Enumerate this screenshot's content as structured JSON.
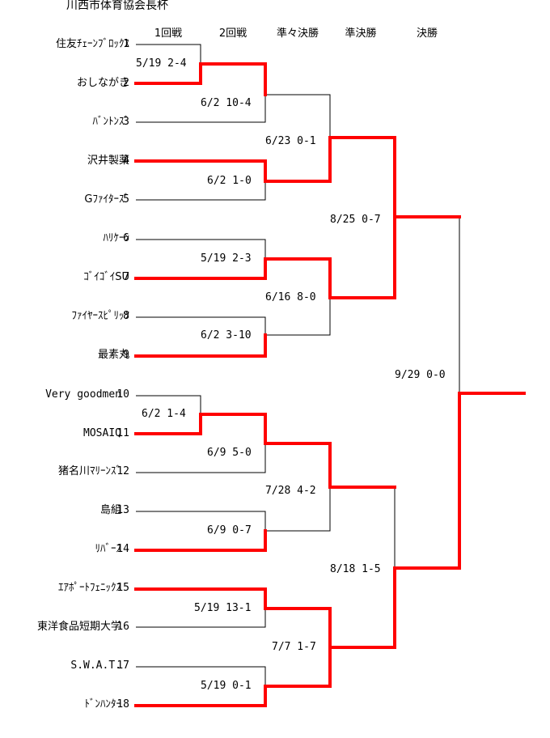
{
  "title": "川西市体育協会長杯",
  "rounds": [
    "1回戦",
    "2回戦",
    "準々決勝",
    "準決勝",
    "決勝"
  ],
  "teams": [
    {
      "name": "住友ﾁｪｰﾝﾌﾞﾛｯｸｽ",
      "seed": "1"
    },
    {
      "name": "おしながき",
      "seed": "2"
    },
    {
      "name": "ﾊﾞﾝﾄﾝｽﾞ",
      "seed": "3"
    },
    {
      "name": "沢井製薬",
      "seed": "4"
    },
    {
      "name": "Gﾌｧｲﾀｰｽﾞ",
      "seed": "5"
    },
    {
      "name": "ﾊﾘｹｰﾝ",
      "seed": "6"
    },
    {
      "name": "ｺﾞｲｺﾞｲSU",
      "seed": "7"
    },
    {
      "name": "ﾌｧｲﾔｰｽﾋﾟﾘｯﾂ",
      "seed": "8"
    },
    {
      "name": "最素丸",
      "seed": "9"
    },
    {
      "name": "Very goodmen",
      "seed": "10"
    },
    {
      "name": "MOSAIQ",
      "seed": "11"
    },
    {
      "name": "猪名川ﾏﾘｰﾝｽﾞ",
      "seed": "12"
    },
    {
      "name": "島組",
      "seed": "13"
    },
    {
      "name": "ﾘﾊﾞｰｽ",
      "seed": "14"
    },
    {
      "name": "ｴｱﾎﾟｰﾄﾌｪﾆｯｸｽ",
      "seed": "15"
    },
    {
      "name": "東洋食品短期大学",
      "seed": "16"
    },
    {
      "name": "S.W.A.T.",
      "seed": "17"
    },
    {
      "name": "ﾄﾞﾝﾊﾝﾀｰ",
      "seed": "18"
    }
  ],
  "results": {
    "r1_a": "5/19  2-4",
    "r1_b": "6/2  1-4",
    "r2_a": "6/2  10-4",
    "r2_b": "6/2  1-0",
    "r2_c": "5/19  2-3",
    "r2_d": "6/2  3-10",
    "r2_e": "6/9  5-0",
    "r2_f": "6/9  0-7",
    "r2_g": "5/19  13-1",
    "r2_h": "5/19  0-1",
    "qf_a": "6/23  0-1",
    "qf_b": "6/16  8-0",
    "qf_c": "7/28  4-2",
    "qf_d": "7/7  1-7",
    "sf_a": "8/25  0-7",
    "sf_b": "8/18  1-5",
    "final": "9/29  0-0"
  },
  "colors": {
    "winner_line": "#ff0000",
    "loser_line": "#000000"
  }
}
